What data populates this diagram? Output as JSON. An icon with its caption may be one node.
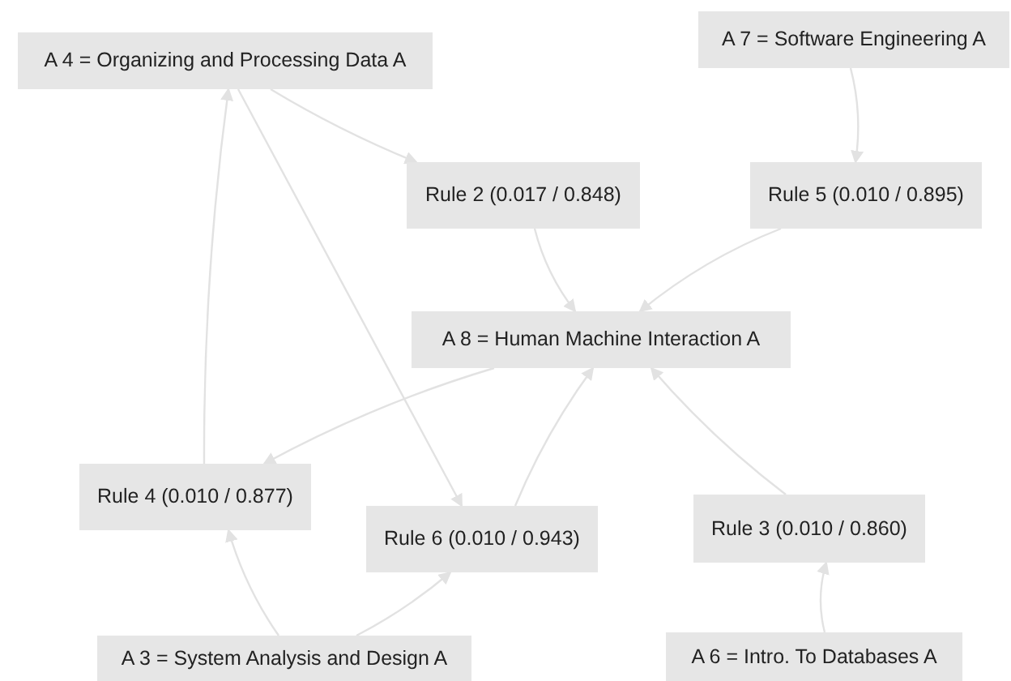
{
  "diagram": {
    "nodes": [
      {
        "text": [
          "A 4 = Organizing and Processing Data A"
        ]
      },
      {
        "text": [
          "A 7 = Software Engineering A"
        ]
      },
      {
        "text": [
          "Rule 2 (0.017 / 0.848)"
        ]
      },
      {
        "text": [
          "Rule 5 (0.010 / 0.895)"
        ]
      },
      {
        "text": [
          "A 8 = Human Machine Interaction A"
        ]
      },
      {
        "text": [
          "Rule 4 (0.010 / 0.877)"
        ]
      },
      {
        "text": [
          "Rule 6 (0.010 / 0.943)"
        ]
      },
      {
        "text": [
          "Rule 3 (0.010 / 0.860)"
        ]
      },
      {
        "text": [
          "A 3 = System Analysis and Design A"
        ]
      },
      {
        "text": [
          "A 6 = Intro. To Databases A"
        ]
      }
    ],
    "edges": [
      {
        "from": 0,
        "to": 2,
        "arrow": "to"
      },
      {
        "from": 1,
        "to": 3,
        "arrow": "to"
      },
      {
        "from": 2,
        "to": 4,
        "arrow": "to"
      },
      {
        "from": 3,
        "to": 4,
        "arrow": "to"
      },
      {
        "from": 4,
        "to": 5,
        "arrow": "to"
      },
      {
        "from": 5,
        "to": 0,
        "arrow": "to"
      },
      {
        "from": 0,
        "to": 6,
        "arrow": "to"
      },
      {
        "from": 6,
        "to": 4,
        "arrow": "to"
      },
      {
        "from": 7,
        "to": 4,
        "arrow": "to"
      },
      {
        "from": 8,
        "to": 5,
        "arrow": "to"
      },
      {
        "from": 8,
        "to": 6,
        "arrow": "to"
      },
      {
        "from": 9,
        "to": 7,
        "arrow": "to"
      }
    ]
  }
}
